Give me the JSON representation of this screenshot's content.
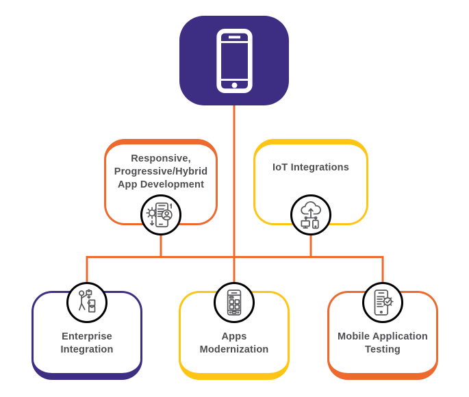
{
  "colors": {
    "purple": "#3E2E83",
    "orange": "#ED692D",
    "yellow": "#FFC515",
    "label_text": "#4D4D4F",
    "icon_stroke": "#58585A",
    "background": "#FFFFFF"
  },
  "root": {
    "icon": "smartphone-icon",
    "fill": "#3E2E83"
  },
  "nodes": {
    "responsive": {
      "line1": "Responsive,",
      "line2": "Progressive/Hybrid",
      "line3": "App Development",
      "accent": "orange",
      "icon": "mobile-user-profile-icon"
    },
    "iot": {
      "line1": "IoT Integrations",
      "accent": "yellow",
      "icon": "cloud-connected-devices-icon"
    },
    "enterprise": {
      "line1": "Enterprise",
      "line2": "Integration",
      "accent": "purple",
      "icon": "person-puzzle-icon"
    },
    "apps": {
      "line1": "Apps",
      "line2": "Modernization",
      "accent": "yellow",
      "icon": "mobile-apps-grid-icon"
    },
    "testing": {
      "line1": "Mobile Application",
      "line2": "Testing",
      "accent": "orange",
      "icon": "mobile-gear-check-icon"
    }
  }
}
